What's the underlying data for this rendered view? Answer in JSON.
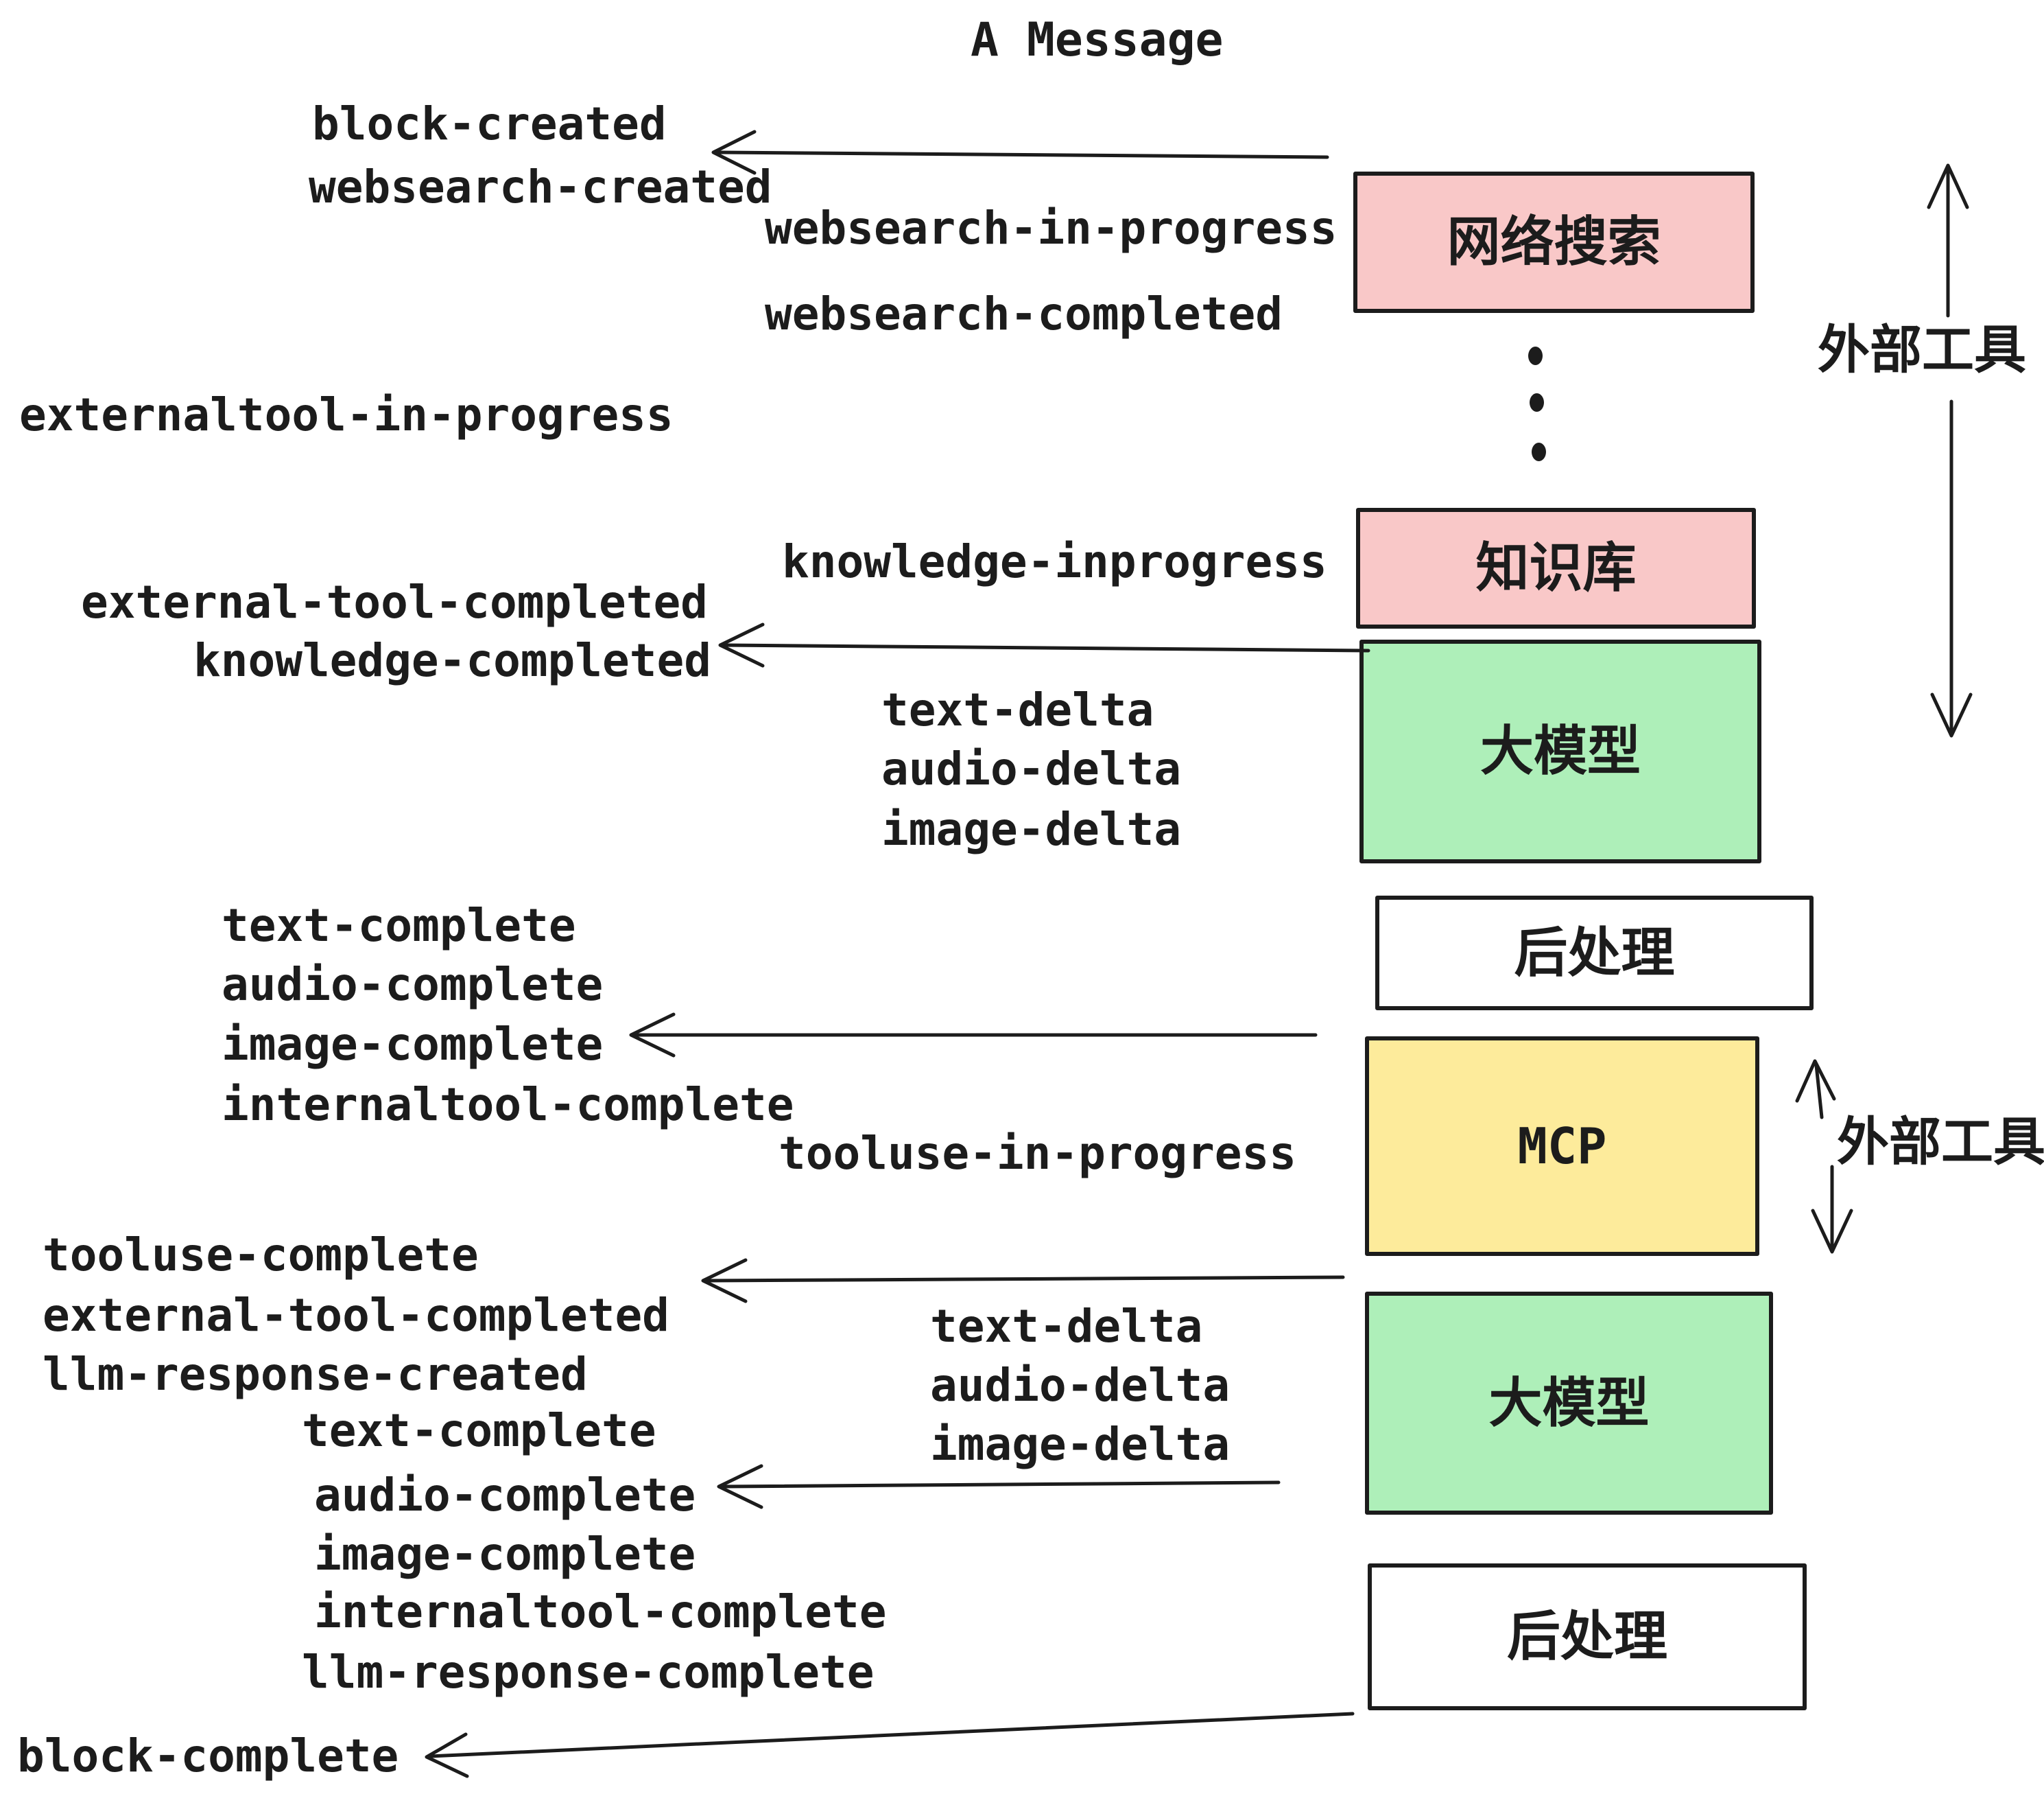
{
  "title": "A Message",
  "colors": {
    "pink": "#f9c8c8",
    "green": "#aeefb9",
    "yellow": "#fdeb9b",
    "white": "#ffffff",
    "ink": "#1c1c1c"
  },
  "boxes": {
    "websearch": {
      "label": "网络搜索"
    },
    "knowledge": {
      "label": "知识库"
    },
    "llm_top": {
      "label": "大模型"
    },
    "postprocess_top": {
      "label": "后处理"
    },
    "mcp": {
      "label": "MCP"
    },
    "llm_bottom": {
      "label": "大模型"
    },
    "postprocess_bottom": {
      "label": "后处理"
    }
  },
  "annotations": {
    "external_tools_top": "外部工具",
    "external_tools_bottom": "外部工具"
  },
  "events": {
    "block_created": "block-created",
    "websearch_created": "websearch-created",
    "websearch_in_progress": "websearch-in-progress",
    "websearch_completed": "websearch-completed",
    "externaltool_in_progress": "externaltool-in-progress",
    "knowledge_inprogress": "knowledge-inprogress",
    "external_tool_completed": "external-tool-completed",
    "knowledge_completed": "knowledge-completed",
    "text_delta": "text-delta",
    "audio_delta": "audio-delta",
    "image_delta": "image-delta",
    "text_complete": "text-complete",
    "audio_complete": "audio-complete",
    "image_complete": "image-complete",
    "internaltool_complete": "internaltool-complete",
    "tooluse_in_progress": "tooluse-in-progress",
    "tooluse_complete": "tooluse-complete",
    "external_tool_completed_2": "external-tool-completed",
    "llm_response_created": "llm-response-created",
    "text_complete_2": "text-complete",
    "audio_complete_2": "audio-complete",
    "image_complete_2": "image-complete",
    "internaltool_complete_2": "internaltool-complete",
    "llm_response_complete": "llm-response-complete",
    "text_delta_2": "text-delta",
    "audio_delta_2": "audio-delta",
    "image_delta_2": "image-delta",
    "block_complete": "block-complete"
  }
}
